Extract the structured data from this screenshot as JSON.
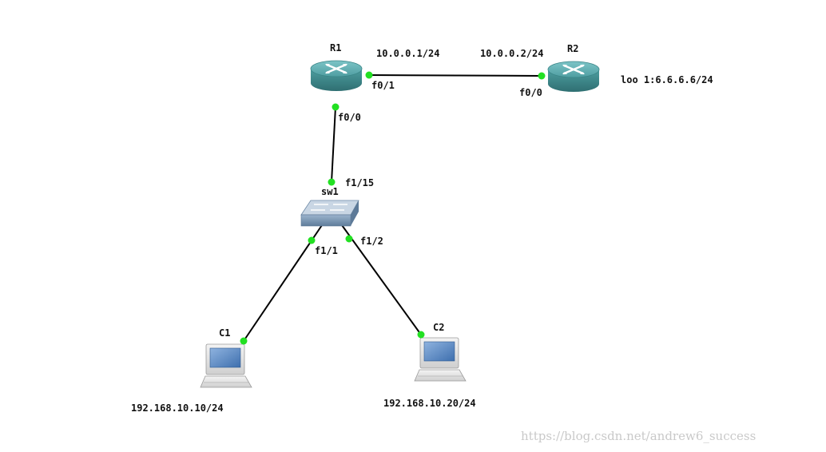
{
  "devices": {
    "r1": {
      "name": "R1",
      "type": "router"
    },
    "r2": {
      "name": "R2",
      "type": "router",
      "loopback": "loo 1:6.6.6.6/24"
    },
    "sw1": {
      "name": "sw1",
      "type": "switch"
    },
    "c1": {
      "name": "C1",
      "type": "pc",
      "ip": "192.168.10.10/24"
    },
    "c2": {
      "name": "C2",
      "type": "pc",
      "ip": "192.168.10.20/24"
    }
  },
  "links": [
    {
      "from": "R1",
      "from_port": "f0/1",
      "from_ip": "10.0.0.1/24",
      "to": "R2",
      "to_port": "f0/0",
      "to_ip": "10.0.0.2/24"
    },
    {
      "from": "R1",
      "from_port": "f0/0",
      "to": "sw1",
      "to_port": "f1/15"
    },
    {
      "from": "sw1",
      "from_port": "f1/1",
      "to": "C1"
    },
    {
      "from": "sw1",
      "from_port": "f1/2",
      "to": "C2"
    }
  ],
  "colors": {
    "link": "#000000",
    "port_dot": "#22e022",
    "router_body": "#3f8f90",
    "router_top": "#5fb0b3",
    "switch_body": "#7f9ab5"
  },
  "watermark": "https://blog.csdn.net/andrew6_success"
}
